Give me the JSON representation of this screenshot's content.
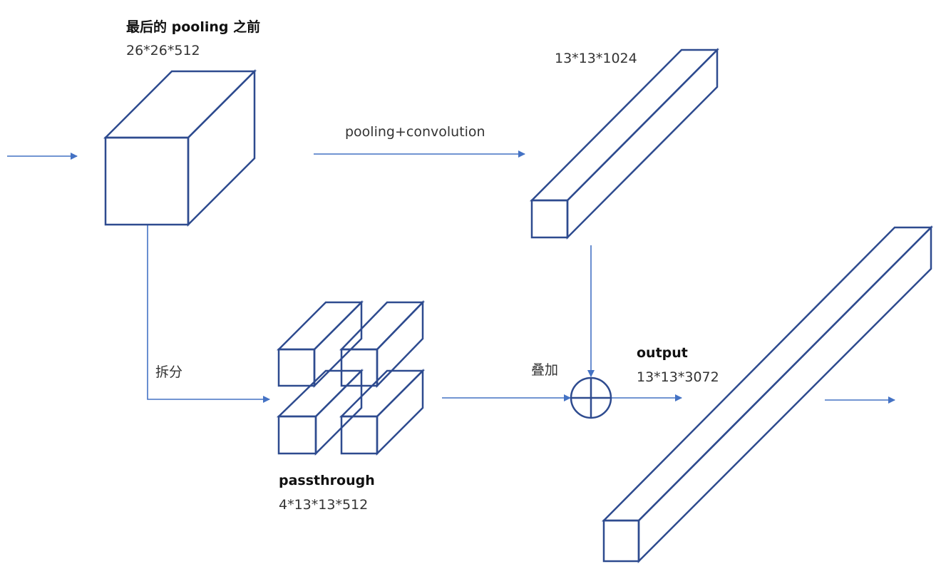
{
  "labels": {
    "before_pooling_title": "最后的 pooling 之前",
    "before_pooling_dims": "26*26*512",
    "pooling_conv": "pooling+convolution",
    "conv_dims": "13*13*1024",
    "split": "拆分",
    "overlay": "叠加",
    "output_title": "output",
    "output_dims": "13*13*3072",
    "passthrough_title": "passthrough",
    "passthrough_dims": "4*13*13*512"
  },
  "colors": {
    "box_stroke": "#2E4B8F",
    "arrow": "#4472C4"
  },
  "icons": {
    "sum_node": "circled-plus-icon"
  }
}
